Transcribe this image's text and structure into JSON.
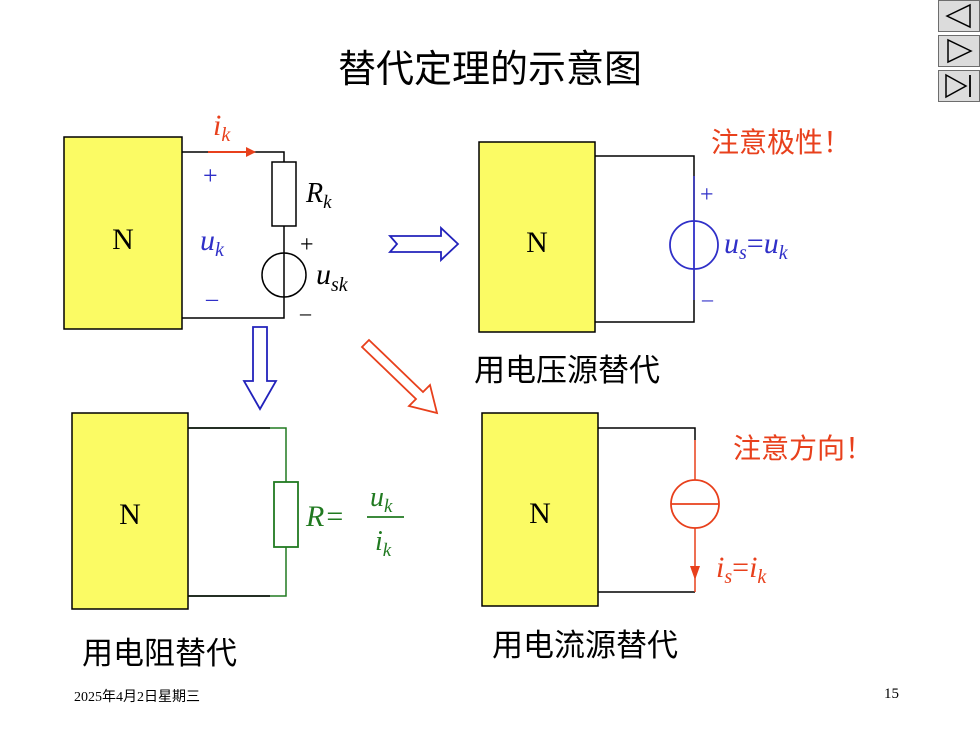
{
  "title": "替代定理的示意图",
  "blocks": {
    "original": "N",
    "voltage_source": "N",
    "resistor": "N",
    "current_source": "N"
  },
  "labels": {
    "current_i": "i",
    "current_sub": "k",
    "plus_left": "+",
    "voltage_u": "u",
    "voltage_sub": "k",
    "minus_left": "–",
    "resistor_R": "R",
    "resistor_sub": "k",
    "source_plus": "+",
    "source_u": "u",
    "source_sub": "sk",
    "source_minus": "–",
    "vs_plus": "+",
    "vs_minus": "–",
    "vs_eq_u": "u",
    "vs_eq_sub": "s",
    "vs_eq_sign": "=",
    "vs_eq_rhs": "u",
    "vs_eq_rhs_sub": "k",
    "r_eq_R": "R",
    "r_eq_sign": "=",
    "r_eq_num": "u",
    "r_eq_num_sub": "k",
    "r_eq_den": "i",
    "r_eq_den_sub": "k",
    "cs_eq_i": "i",
    "cs_eq_sub": "s",
    "cs_eq_sign": "=",
    "cs_eq_rhs": "i",
    "cs_eq_rhs_sub": "k"
  },
  "notes": {
    "polarity": "注意极性！",
    "direction": "注意方向！"
  },
  "captions": {
    "voltage": "用电压源替代",
    "resistor": "用电阻替代",
    "current": "用电流源替代"
  },
  "footer": {
    "date": "2025年4月2日星期三",
    "page": "15"
  },
  "nav": {
    "prev_icon": "previous-triangle-icon",
    "next_icon": "next-triangle-icon",
    "last_icon": "last-page-icon"
  },
  "colors": {
    "block_fill": "#fbfb64",
    "wire": "#000000",
    "red": "#e8401c",
    "blue": "#3030c8",
    "green": "#217a21"
  }
}
